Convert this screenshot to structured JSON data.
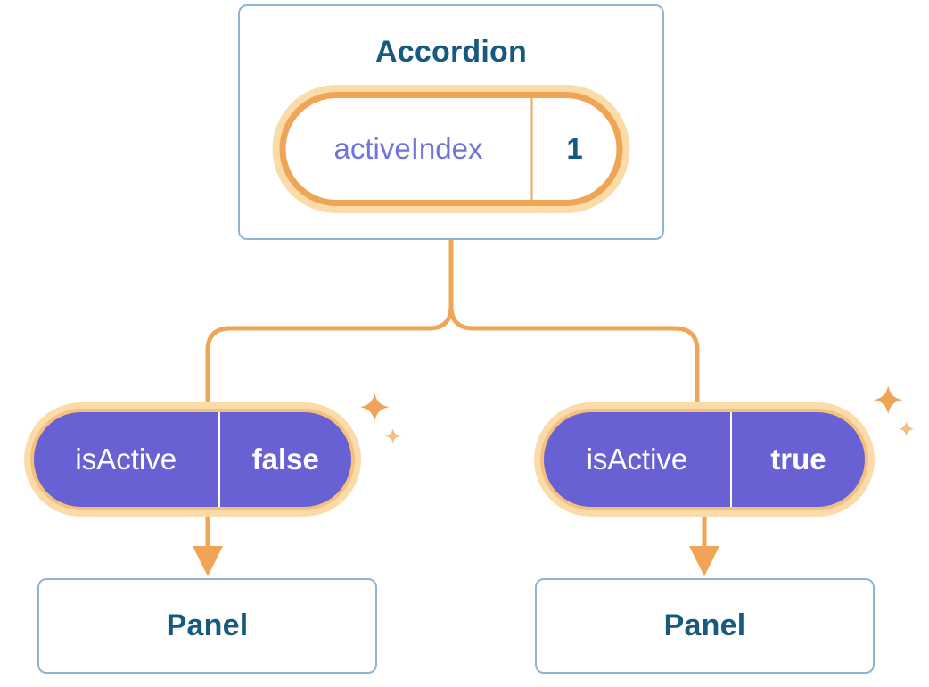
{
  "colors": {
    "orange": "#F0A456",
    "orange_light": "#F5BF7F",
    "orange_halo": "#FBDCA8",
    "purple": "#6761D3",
    "purple_label": "#7173DC",
    "navy": "#17597F",
    "card_border": "#8FB5D6"
  },
  "icons": {
    "sparkle": "sparkle-icon"
  },
  "diagram": {
    "accordion": {
      "title": "Accordion",
      "state_pill": {
        "label": "activeIndex",
        "value": "1"
      }
    },
    "branches": [
      {
        "prop_pill": {
          "label": "isActive",
          "value": "false"
        },
        "panel_title": "Panel"
      },
      {
        "prop_pill": {
          "label": "isActive",
          "value": "true"
        },
        "panel_title": "Panel"
      }
    ]
  }
}
